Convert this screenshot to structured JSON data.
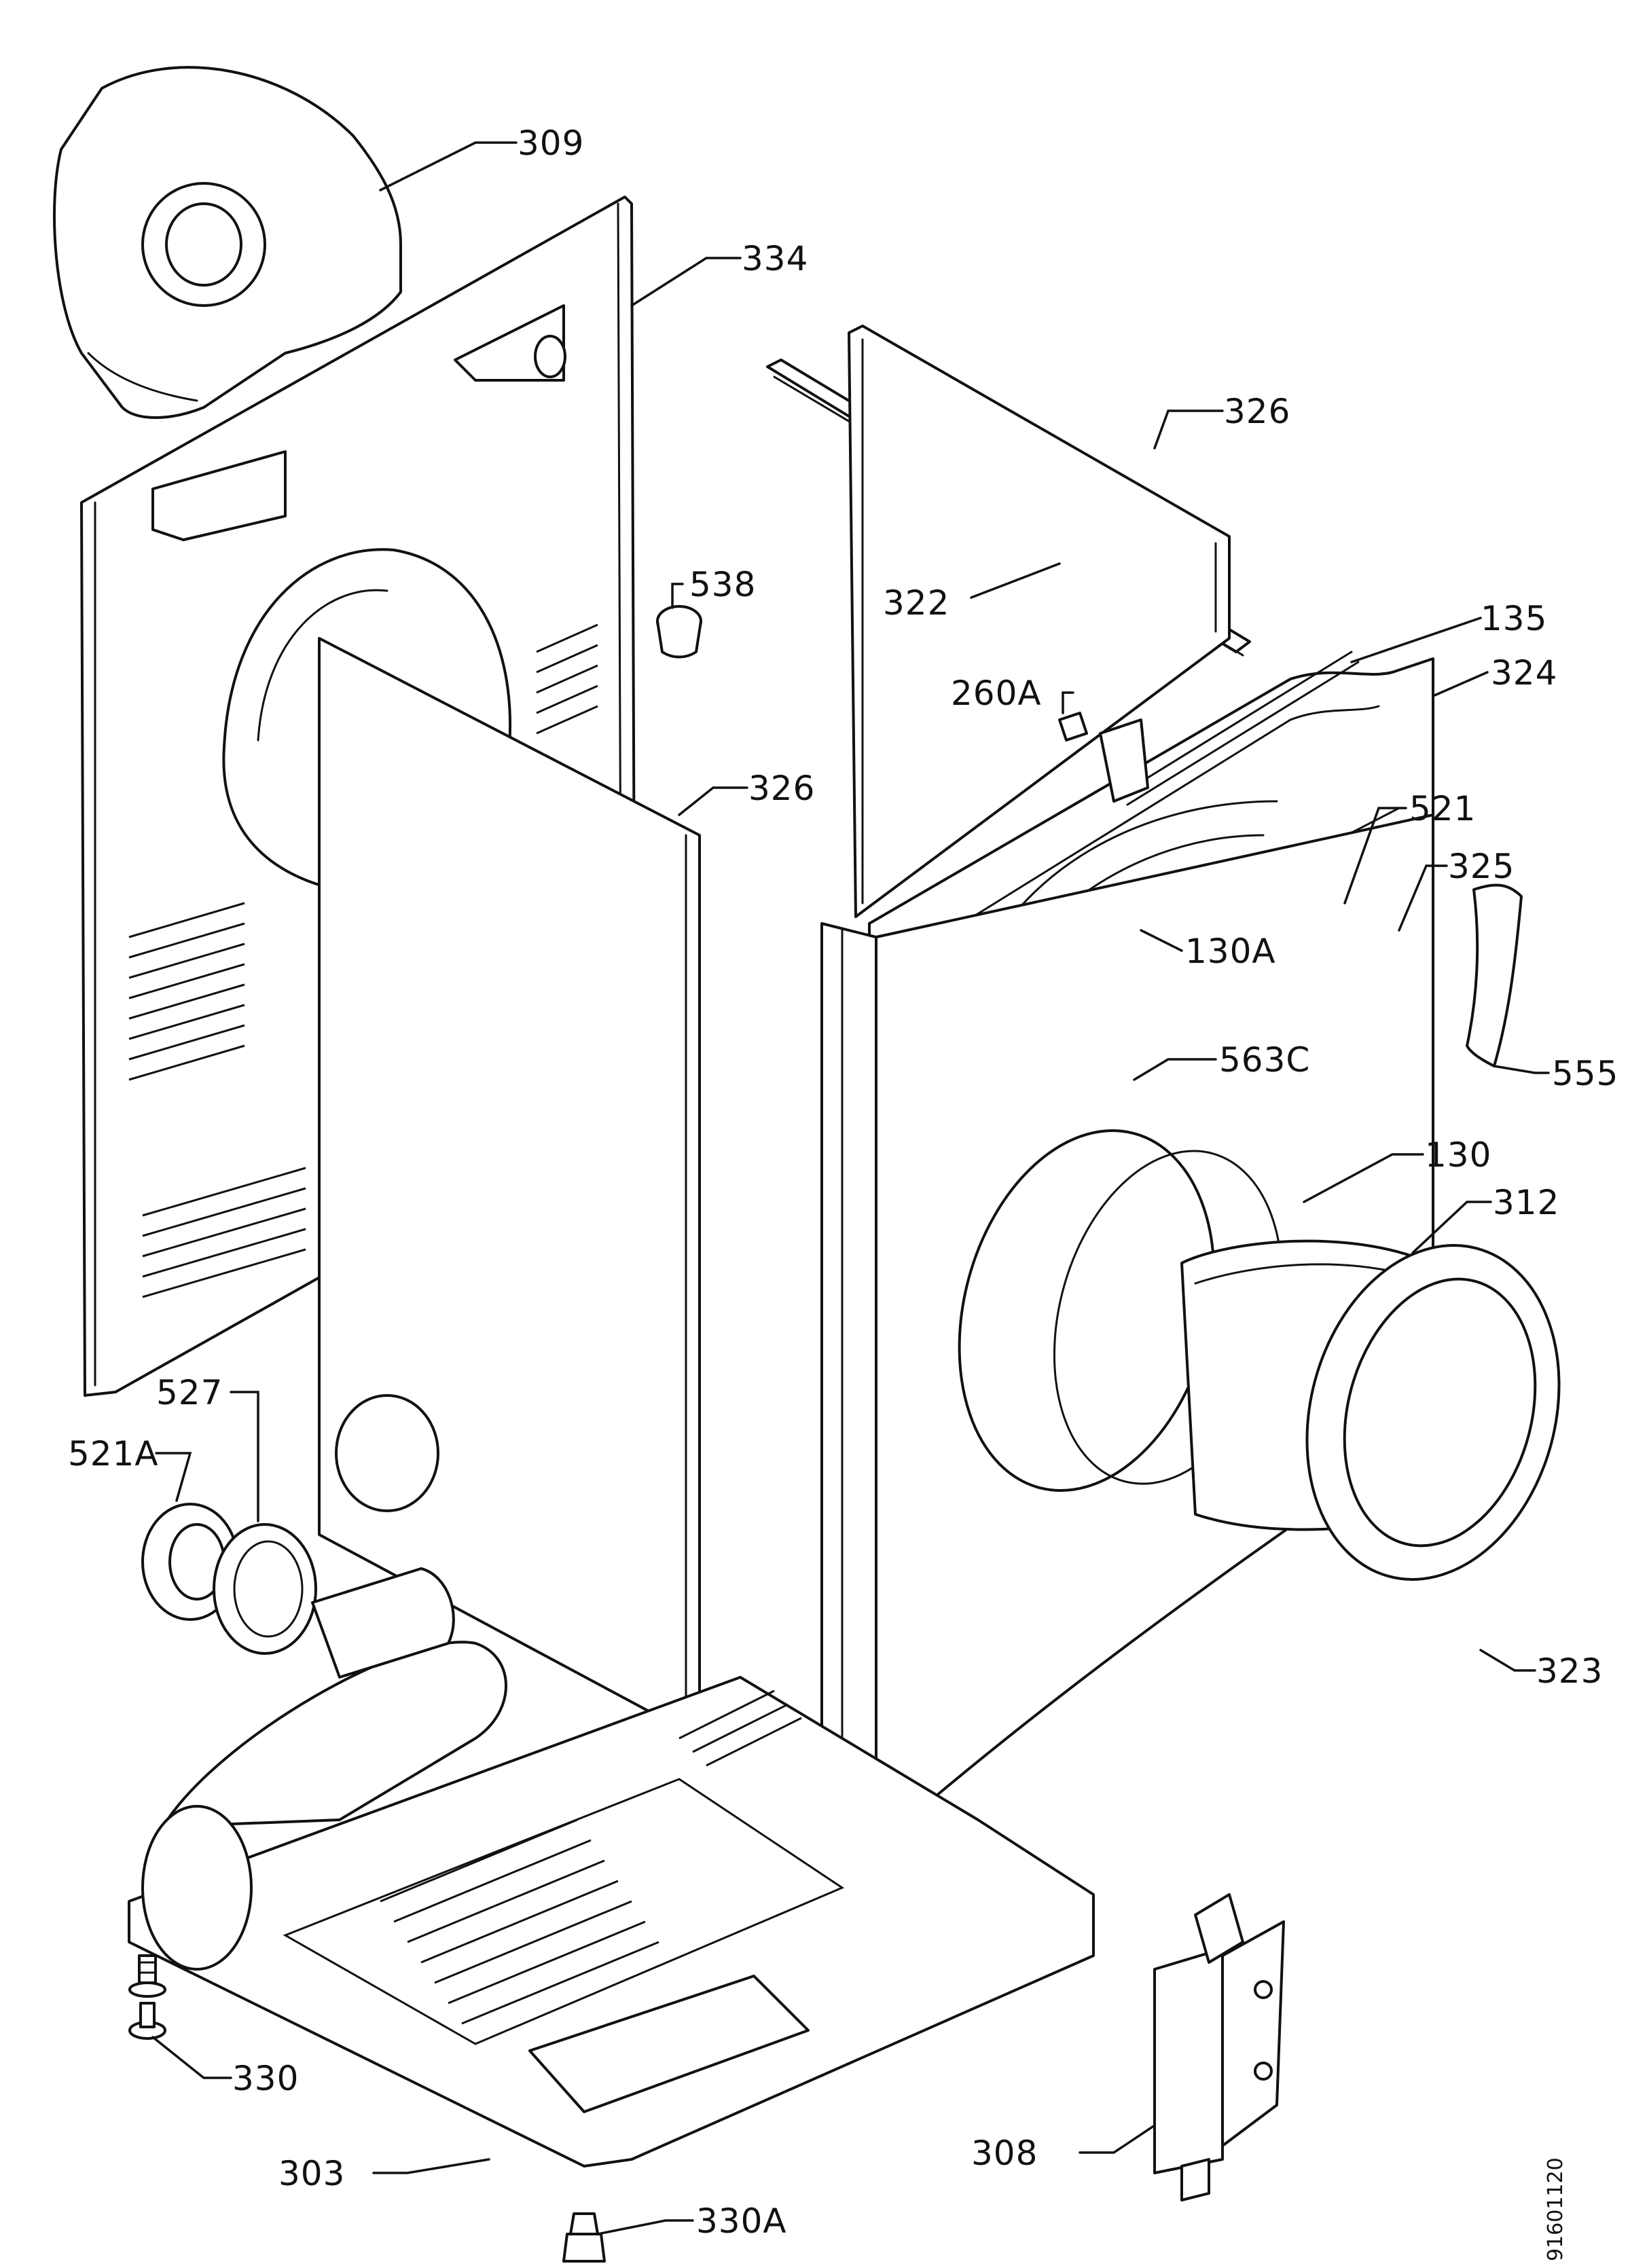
{
  "callouts": [
    {
      "key": "c309",
      "label": "309"
    },
    {
      "key": "c334",
      "label": "334"
    },
    {
      "key": "c326a",
      "label": "326"
    },
    {
      "key": "c538",
      "label": "538"
    },
    {
      "key": "c322",
      "label": "322"
    },
    {
      "key": "c135",
      "label": "135"
    },
    {
      "key": "c260A",
      "label": "260A"
    },
    {
      "key": "c324",
      "label": "324"
    },
    {
      "key": "c326b",
      "label": "326"
    },
    {
      "key": "c521",
      "label": "521"
    },
    {
      "key": "c325",
      "label": "325"
    },
    {
      "key": "c130A",
      "label": "130A"
    },
    {
      "key": "c555",
      "label": "555"
    },
    {
      "key": "c563C",
      "label": "563C"
    },
    {
      "key": "c130",
      "label": "130"
    },
    {
      "key": "c312",
      "label": "312"
    },
    {
      "key": "c527",
      "label": "527"
    },
    {
      "key": "c521A",
      "label": "521A"
    },
    {
      "key": "c323",
      "label": "323"
    },
    {
      "key": "c330",
      "label": "330"
    },
    {
      "key": "c308",
      "label": "308"
    },
    {
      "key": "c303",
      "label": "303"
    },
    {
      "key": "c330A",
      "label": "330A"
    }
  ],
  "drawing_number": "91601120"
}
